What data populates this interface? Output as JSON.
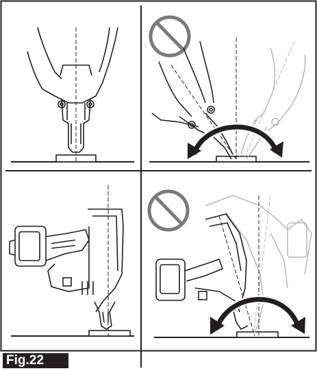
{
  "figure": {
    "label": "Fig.22",
    "panels": [
      {
        "id": "top-left",
        "meaning": "correct"
      },
      {
        "id": "top-right",
        "meaning": "prohibited"
      },
      {
        "id": "bottom-left",
        "meaning": "correct"
      },
      {
        "id": "bottom-right",
        "meaning": "prohibited"
      }
    ],
    "icons": [
      "prohibition-icon",
      "rotate-arrow-icon"
    ],
    "colors": {
      "ink": "#231f20",
      "ghost": "#b8b8b8",
      "label_bg": "#231f20",
      "label_text": "#ffffff"
    }
  }
}
